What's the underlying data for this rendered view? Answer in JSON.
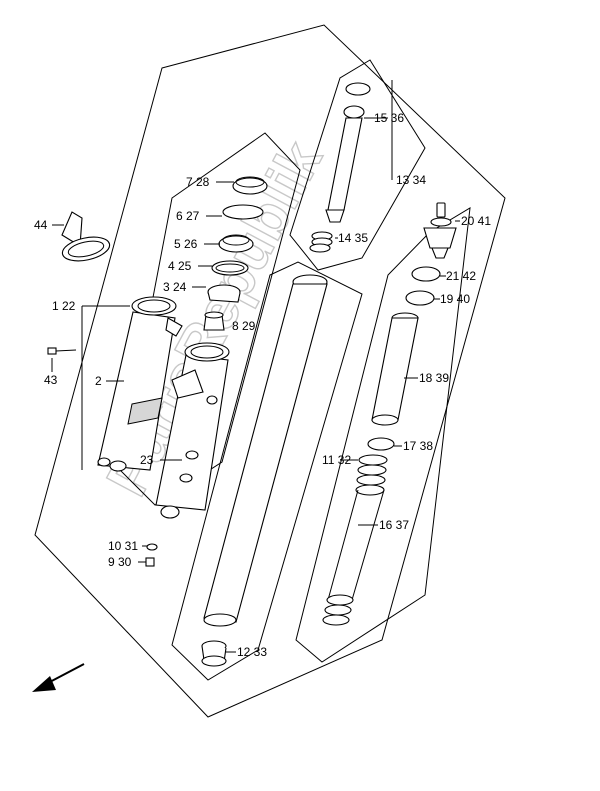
{
  "watermark": "PartsRepublik",
  "callouts": [
    {
      "id": "c44",
      "text": "44"
    },
    {
      "id": "c1",
      "text": "1 22"
    },
    {
      "id": "c2",
      "text": "2"
    },
    {
      "id": "c43",
      "text": "43"
    },
    {
      "id": "c7",
      "text": "7 28"
    },
    {
      "id": "c6",
      "text": "6 27"
    },
    {
      "id": "c5",
      "text": "5 26"
    },
    {
      "id": "c4",
      "text": "4 25"
    },
    {
      "id": "c3",
      "text": "3 24"
    },
    {
      "id": "c8",
      "text": "8 29"
    },
    {
      "id": "c23",
      "text": "23"
    },
    {
      "id": "c10",
      "text": "10 31"
    },
    {
      "id": "c9",
      "text": "9 30"
    },
    {
      "id": "c15",
      "text": "15 36"
    },
    {
      "id": "c13",
      "text": "13 34"
    },
    {
      "id": "c14",
      "text": "14 35"
    },
    {
      "id": "c20",
      "text": "20 41"
    },
    {
      "id": "c21",
      "text": "21 42"
    },
    {
      "id": "c19",
      "text": "19 40"
    },
    {
      "id": "c18",
      "text": "18 39"
    },
    {
      "id": "c17",
      "text": "17 38"
    },
    {
      "id": "c16",
      "text": "16 37"
    },
    {
      "id": "c11",
      "text": "11 32"
    },
    {
      "id": "c12",
      "text": "12 33"
    }
  ]
}
